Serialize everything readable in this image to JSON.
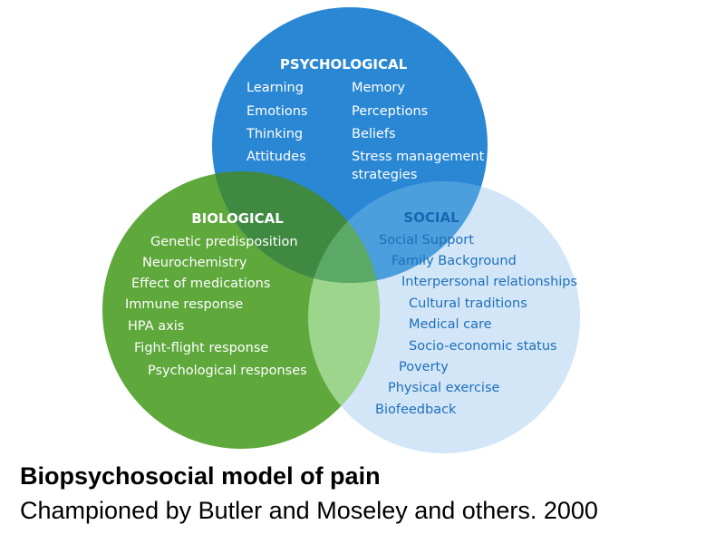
{
  "colors": {
    "psychological": "#2a87d4",
    "biological": "#5ea83c",
    "social": "#d2e6f8",
    "overlap_psych_bio": "#3f8a40",
    "overlap_bio_social": "#9dd58c",
    "overlap_center": "#5ca867",
    "overlap_psych_social": "#4b9fdd",
    "white_text": "#ffffff",
    "social_text": "#1f6fb8",
    "social_header": "#1a67b0"
  },
  "psychological": {
    "title": "PSYCHOLOGICAL",
    "left_items": [
      "Learning",
      "Emotions",
      "Thinking",
      "Attitudes"
    ],
    "right_items": [
      "Memory",
      "Perceptions",
      "Beliefs",
      "Stress management",
      "strategies"
    ]
  },
  "biological": {
    "title": "BIOLOGICAL",
    "items": [
      "Genetic predisposition",
      "Neurochemistry",
      "Effect of medications",
      "Immune response",
      "HPA axis",
      "Fight-flight response",
      "Psychological responses"
    ]
  },
  "social": {
    "title": "SOCIAL",
    "items": [
      "Social Support",
      "Family Background",
      "Interpersonal relationships",
      "Cultural traditions",
      "Medical care",
      "Socio-economic status",
      "Poverty",
      "Physical exercise",
      "Biofeedback"
    ]
  },
  "caption": {
    "title": "Biopsychosocial model of pain",
    "subtitle": "Championed by Butler and Moseley and others. 2000"
  }
}
